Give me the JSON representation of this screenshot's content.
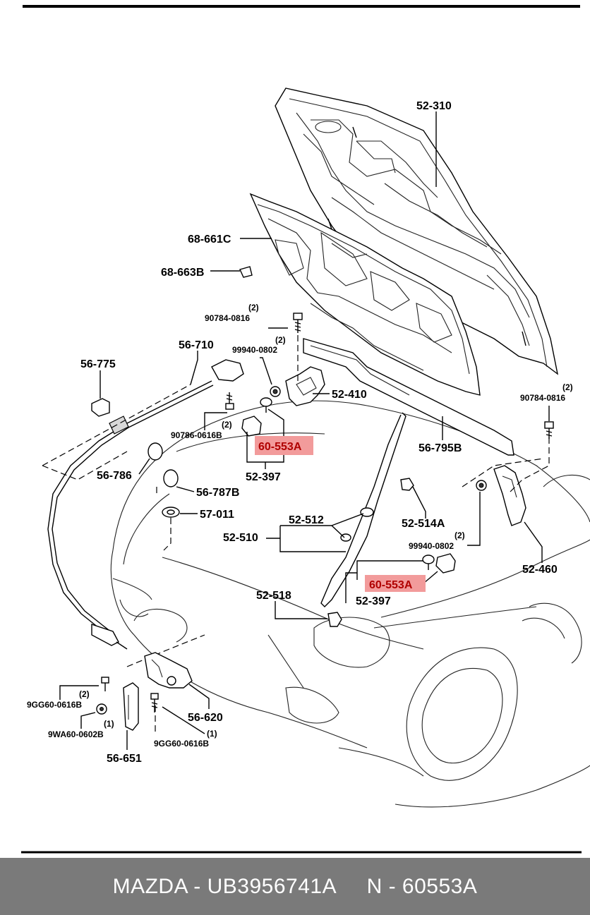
{
  "labels": {
    "l52310": "52-310",
    "l68661c": "68-661C",
    "l68663b": "68-663B",
    "l90784a_qty": "(2)",
    "l90784a": "90784-0816",
    "l99940a_qty": "(2)",
    "l99940a": "99940-0802",
    "l56710": "56-710",
    "l56775": "56-775",
    "l52410": "52-410",
    "l90786_qty": "(2)",
    "l90786": "90786-0616B",
    "l60553a_top": "60-553A",
    "l52397_top": "52-397",
    "l56795b": "56-795B",
    "l90784b_qty": "(2)",
    "l90784b": "90784-0816",
    "l56786": "56-786",
    "l56787b": "56-787B",
    "l57011": "57-011",
    "l52512": "52-512",
    "l52510": "52-510",
    "l52514a": "52-514A",
    "l99940b_qty": "(2)",
    "l99940b": "99940-0802",
    "l52460": "52-460",
    "l60553a_bot": "60-553A",
    "l52397_bot": "52-397",
    "l52518": "52-518",
    "l9gg60a_qty": "(2)",
    "l9gg60a": "9GG60-0616B",
    "l9wa60_qty": "(1)",
    "l9wa60": "9WA60-0602B",
    "l9gg60b_qty": "(1)",
    "l9gg60b": "9GG60-0616B",
    "l56620": "56-620",
    "l56651": "56-651"
  },
  "footer": {
    "text": "MAZDA - UB3956741A     N - 60553A"
  },
  "colors": {
    "highlight": "#f29b9b",
    "highlight_text": "#b00000",
    "footer_bg": "#7a7a7a"
  }
}
